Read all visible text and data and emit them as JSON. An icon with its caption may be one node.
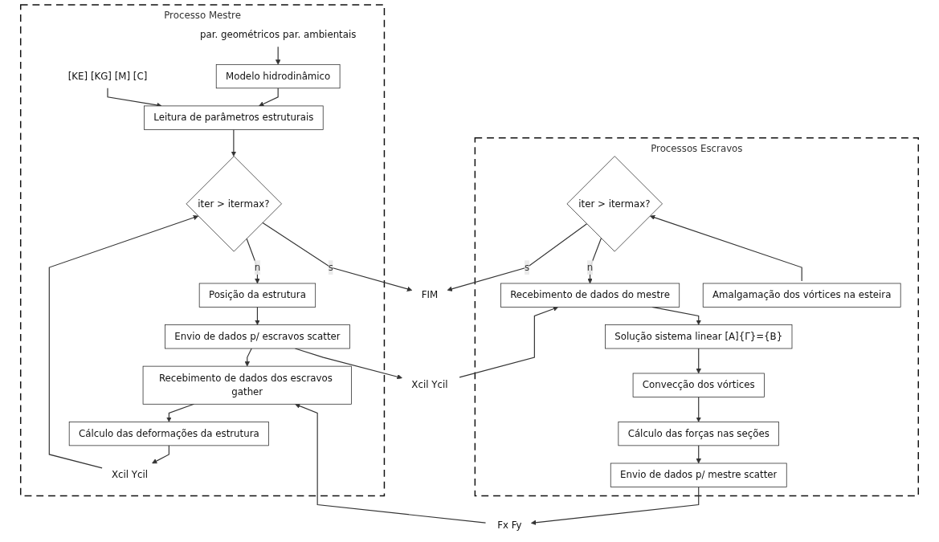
{
  "diagram": {
    "nodes": [
      {
        "text": [
          "Processo Mestre"
        ]
      },
      {
        "text": [
          "par. geométricos par. ambientais"
        ],
        "in": 0
      },
      {
        "text": [
          "Modelo hidrodinâmico"
        ],
        "in": 0
      },
      {
        "text": [
          "[KE] [KG] [M] [C]"
        ],
        "in": 0
      },
      {
        "text": [
          "Leitura de parâmetros estruturais"
        ],
        "in": 0
      },
      {
        "text": [
          "iter > itermax?"
        ],
        "in": 0
      },
      {
        "text": [
          "Posição da estrutura"
        ],
        "in": 0
      },
      {
        "text": [
          "Envio de dados p/ escravos scatter"
        ],
        "in": 0
      },
      {
        "text": [
          "Recebimento de dados dos escravos gather"
        ],
        "in": 0
      },
      {
        "text": [
          "Cálculo das deformações da estrutura"
        ],
        "in": 0
      },
      {
        "text": [
          "Xcil Ycil"
        ],
        "in": 0
      },
      {
        "text": [
          "FIM"
        ]
      },
      {
        "text": [
          "Xcil Ycil"
        ]
      },
      {
        "text": [
          "Fx Fy"
        ]
      },
      {
        "text": [
          "Processos Escravos"
        ]
      },
      {
        "text": [
          "iter > itermax?"
        ],
        "in": 14
      },
      {
        "text": [
          "Recebimento de dados do mestre"
        ],
        "in": 14
      },
      {
        "text": [
          "Solução sistema linear [A]{Γ}={B}"
        ],
        "in": 14
      },
      {
        "text": [
          "Convecção dos vórtices"
        ],
        "in": 14
      },
      {
        "text": [
          "Cálculo das forças nas seções"
        ],
        "in": 14
      },
      {
        "text": [
          "Envio de dados p/ mestre scatter"
        ],
        "in": 14
      },
      {
        "text": [
          "Amalgamação dos vórtices na esteira"
        ],
        "in": 14
      }
    ],
    "edges": [
      {
        "from": 1,
        "to": 2,
        "arrow": "to"
      },
      {
        "from": 2,
        "to": 4,
        "arrow": "to"
      },
      {
        "from": 3,
        "to": 4,
        "arrow": "to"
      },
      {
        "from": 4,
        "to": 5,
        "arrow": "to"
      },
      {
        "from": 5,
        "to": 11,
        "label": "s",
        "arrow": "to"
      },
      {
        "from": 5,
        "to": 6,
        "label": "n",
        "arrow": "to"
      },
      {
        "from": 6,
        "to": 7,
        "arrow": "to"
      },
      {
        "from": 7,
        "to": 8,
        "arrow": "to"
      },
      {
        "from": 8,
        "to": 9,
        "arrow": "to"
      },
      {
        "from": 9,
        "to": 10,
        "arrow": "to"
      },
      {
        "from": 10,
        "to": 5,
        "arrow": "to"
      },
      {
        "from": 7,
        "to": 12,
        "arrow": "to"
      },
      {
        "from": 12,
        "to": 16,
        "arrow": "to"
      },
      {
        "from": 15,
        "to": 11,
        "label": "s",
        "arrow": "to"
      },
      {
        "from": 15,
        "to": 16,
        "label": "n",
        "arrow": "to"
      },
      {
        "from": 16,
        "to": 17,
        "arrow": "to"
      },
      {
        "from": 17,
        "to": 18,
        "arrow": "to"
      },
      {
        "from": 18,
        "to": 19,
        "arrow": "to"
      },
      {
        "from": 19,
        "to": 20,
        "arrow": "to"
      },
      {
        "from": 20,
        "to": 13,
        "arrow": "to"
      },
      {
        "from": 13,
        "to": 8,
        "arrow": "to"
      },
      {
        "from": 21,
        "to": 15,
        "arrow": "to"
      }
    ]
  }
}
